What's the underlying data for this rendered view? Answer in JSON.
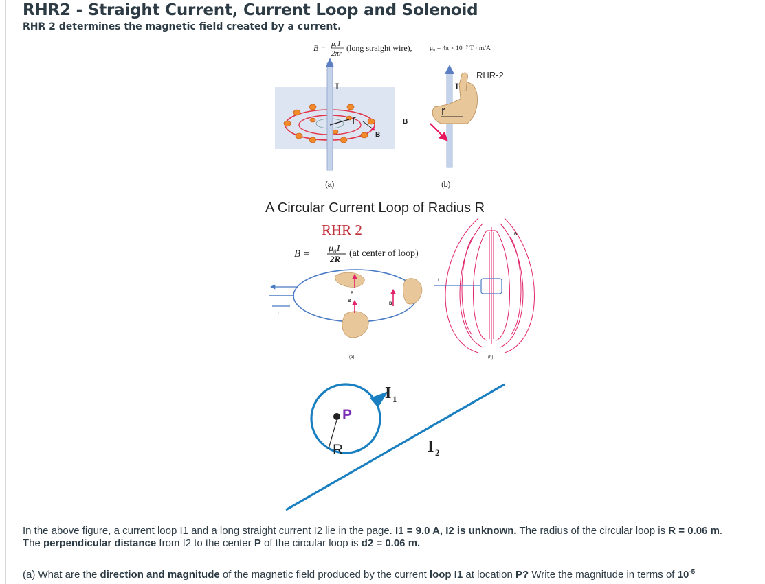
{
  "header": {
    "title": "RHR2 - Straight Current, Current Loop and Solenoid",
    "subtitle": "RHR 2 determines the magnetic field created by a current."
  },
  "figure1": {
    "formula_lhs": "B =",
    "formula_num": "μ₀I",
    "formula_den": "2πr",
    "formula_note": "(long straight wire),",
    "mu_def": "μ₀ = 4π × 10⁻⁷ T · m/A",
    "rhr_tag": "RHR-2",
    "current_label_a": "I",
    "current_label_b": "I",
    "r_label_a": "r",
    "r_label_b": "r",
    "b_label_a": "B",
    "b_label_b": "B",
    "caption_a": "(a)",
    "caption_b": "(b)"
  },
  "figure2": {
    "heading": "A Circular Current Loop of Radius R",
    "rhr_title": "RHR 2",
    "formula_lhs": "B =",
    "formula_num": "μ₀I",
    "formula_den": "2R",
    "formula_note": "(at center of loop)",
    "i_label_left": "I",
    "i_label_bottom": "I",
    "i_label_right": "I",
    "b_label_1": "B",
    "b_label_2": "B",
    "b_label_3": "B",
    "b_label_field": "B",
    "caption_a": "(a)",
    "caption_b": "(b)"
  },
  "figure3": {
    "p_label": "P",
    "r_label": "R",
    "i1_main": "I",
    "i1_sub": "1",
    "i2_main": "I",
    "i2_sub": "2"
  },
  "problem": {
    "p1_a": "In the above figure,  a current loop I1 and a long straight current I2 lie in the page. ",
    "p1_b": "I1 = 9.0 A, I2 is unknown.",
    "p1_c": " The radius of the circular loop is ",
    "p1_d": "R = 0.06 m",
    "p1_e": ".",
    "p1_f": "The ",
    "p1_g": "perpendicular distance",
    "p1_h": " from I2 to the center ",
    "p1_i": "P",
    "p1_j": " of the circular loop is ",
    "p1_k": "d2 = 0.06 m.",
    "qa_a": "(a) What are the ",
    "qa_b": "direction and magnitude",
    "qa_c": " of the magnetic field produced by the current ",
    "qa_d": "loop I1",
    "qa_e": " at location ",
    "qa_f": "P?",
    "qa_g": " Write the magnitude in terms of ",
    "qa_h": "10",
    "qa_i": "-5"
  }
}
